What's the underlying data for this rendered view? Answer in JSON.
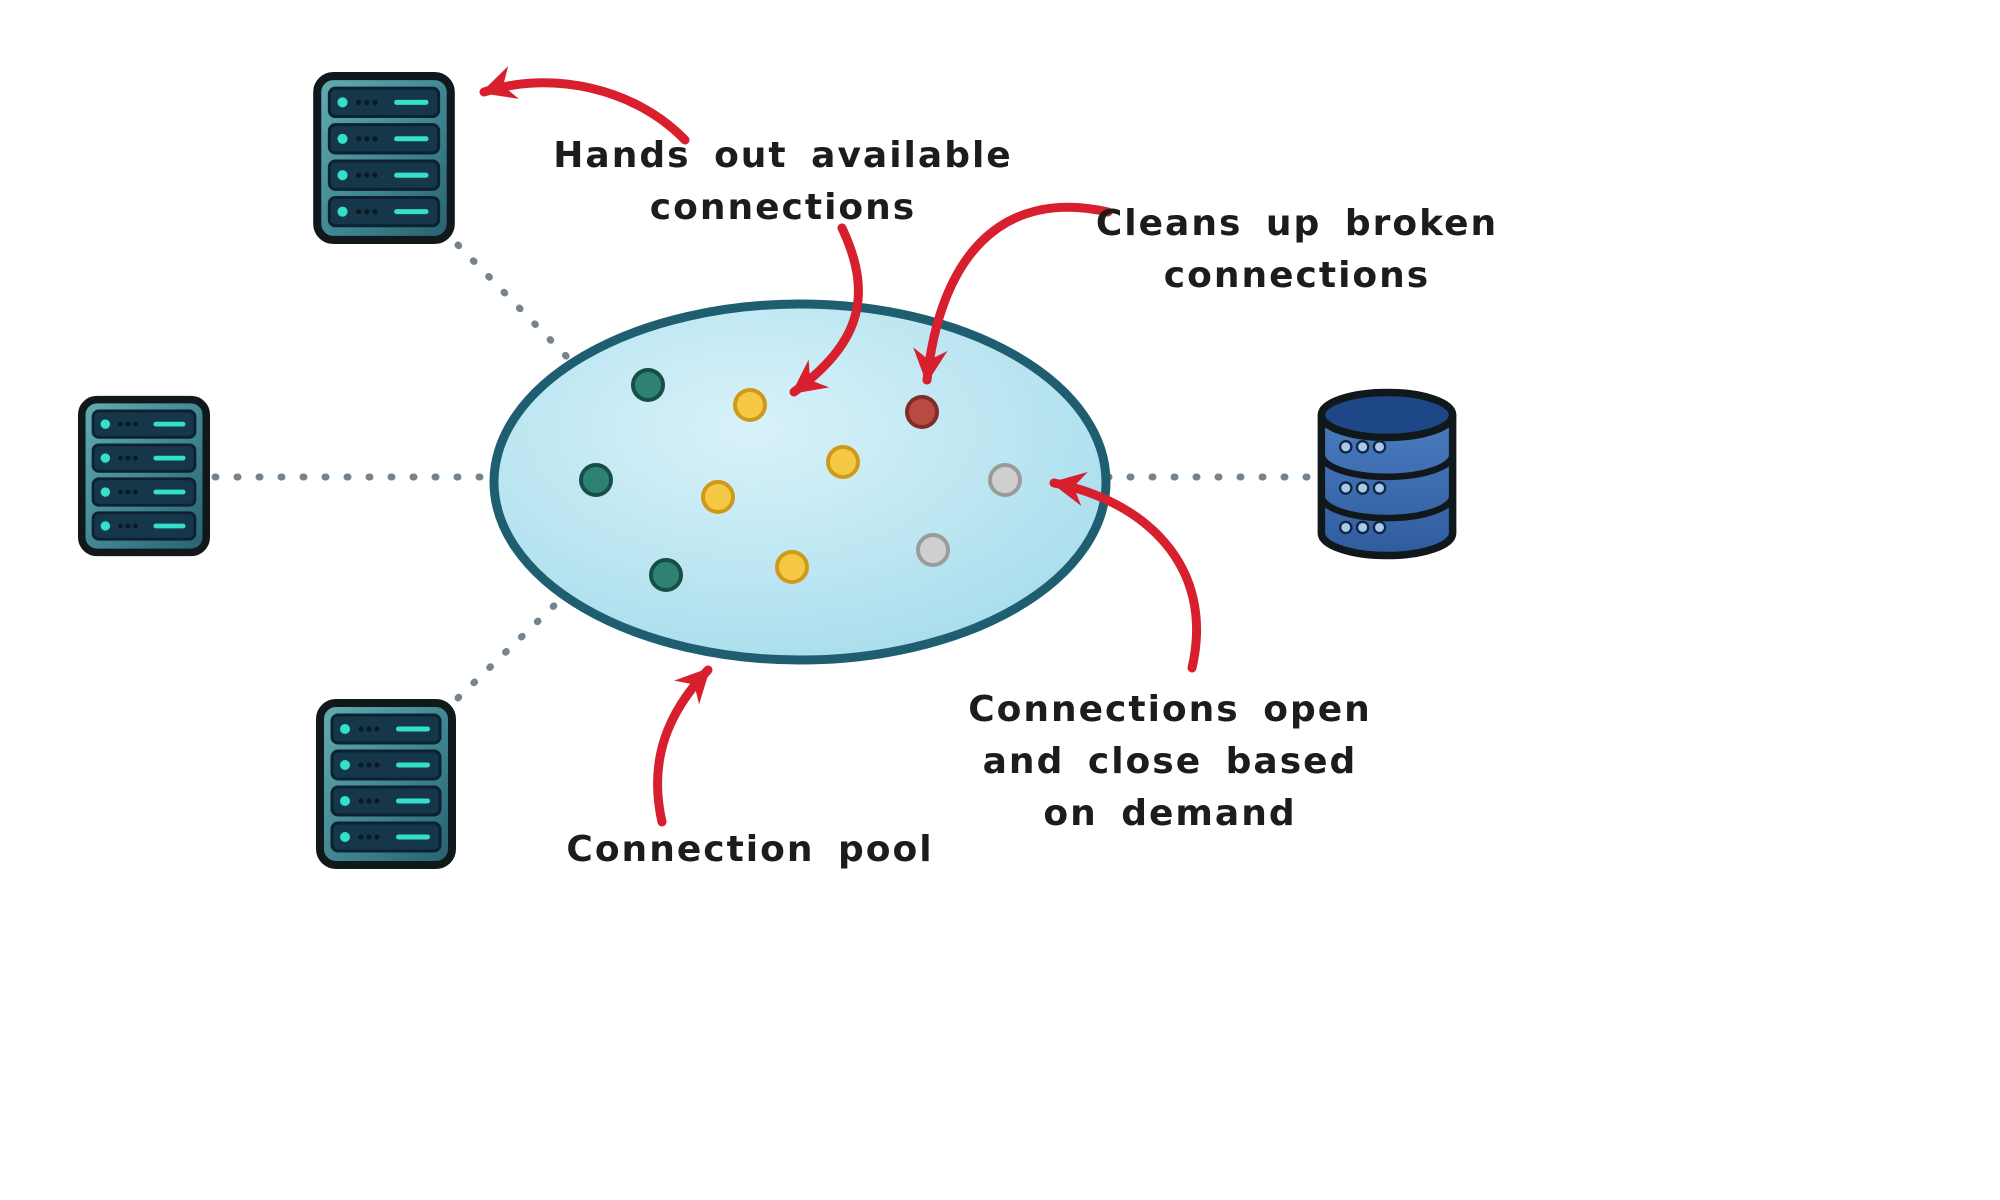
{
  "diagram": {
    "title": "Connection pool",
    "labels": {
      "hands_out": "Hands out available\nconnections",
      "cleans_up": "Cleans up broken\nconnections",
      "open_close": "Connections open\nand close based\non demand",
      "pool": "Connection pool"
    },
    "nodes": {
      "app_servers_count": 3,
      "database_count": 1,
      "pool_dots": {
        "teal": 3,
        "yellow": 4,
        "red": 1,
        "gray": 2
      }
    },
    "icons": {
      "server": "server-icon",
      "database": "database-cylinder-icon",
      "pool": "pool-ellipse",
      "arrow": "red-curved-arrow"
    },
    "colors": {
      "arrow_red": "#d71f2e",
      "pool_fill": "#b5e3f0",
      "pool_border": "#1f5e70",
      "dot_teal": "#2e8274",
      "dot_yellow": "#f6c945",
      "dot_red": "#b94a42",
      "dot_gray": "#cfcfcf",
      "server_teal": "#3f8591",
      "server_accent": "#35e0c8",
      "database_blue": "#3c6db5",
      "connector_gray": "#76838c"
    }
  }
}
